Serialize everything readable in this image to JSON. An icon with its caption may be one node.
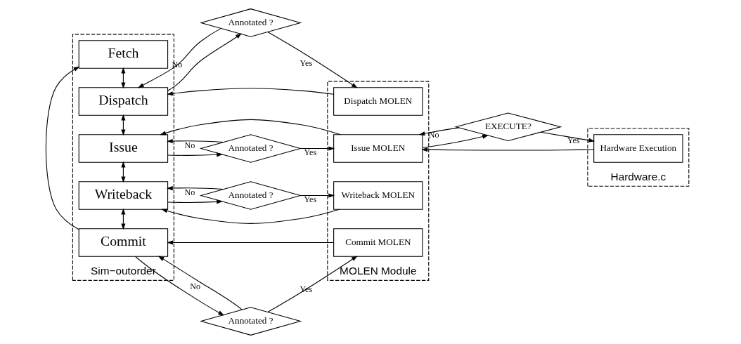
{
  "diagram": {
    "nodes": [
      {
        "text": [
          "Sim−outorder"
        ]
      },
      {
        "text": [
          "Fetch"
        ],
        "in": 0
      },
      {
        "text": [
          "Dispatch"
        ],
        "in": 0
      },
      {
        "text": [
          "Issue"
        ],
        "in": 0
      },
      {
        "text": [
          "Writeback"
        ],
        "in": 0
      },
      {
        "text": [
          "Commit"
        ],
        "in": 0
      },
      {
        "text": [
          "MOLEN Module"
        ]
      },
      {
        "text": [
          "Dispatch MOLEN"
        ],
        "in": 6
      },
      {
        "text": [
          "Issue MOLEN"
        ],
        "in": 6
      },
      {
        "text": [
          "Writeback MOLEN"
        ],
        "in": 6
      },
      {
        "text": [
          "Commit MOLEN"
        ],
        "in": 6
      },
      {
        "text": [
          "Hardware.c"
        ]
      },
      {
        "text": [
          "Hardware Execution"
        ],
        "in": 11
      },
      {
        "text": [
          "Annotated ?"
        ]
      },
      {
        "text": [
          "Annotated ?"
        ]
      },
      {
        "text": [
          "Annotated ?"
        ]
      },
      {
        "text": [
          "Annotated ?"
        ]
      },
      {
        "text": [
          "EXECUTE?"
        ]
      }
    ],
    "edges": [
      {
        "from": 1,
        "to": 2,
        "arrow": "both"
      },
      {
        "from": 2,
        "to": 3,
        "arrow": "both"
      },
      {
        "from": 3,
        "to": 4,
        "arrow": "both"
      },
      {
        "from": 4,
        "to": 5,
        "arrow": "both"
      },
      {
        "from": 5,
        "to": 1,
        "arrow": "to"
      },
      {
        "from": 2,
        "to": 13,
        "arrow": "to"
      },
      {
        "from": 13,
        "to": 7,
        "label": "Yes",
        "arrow": "to"
      },
      {
        "from": 13,
        "to": 2,
        "label": "No",
        "arrow": "to"
      },
      {
        "from": 7,
        "to": 2,
        "arrow": "to"
      },
      {
        "from": 3,
        "to": 14,
        "arrow": "to"
      },
      {
        "from": 14,
        "to": 8,
        "label": "Yes",
        "arrow": "to"
      },
      {
        "from": 14,
        "to": 3,
        "label": "No",
        "arrow": "to"
      },
      {
        "from": 8,
        "to": 3,
        "arrow": "to"
      },
      {
        "from": 4,
        "to": 15,
        "arrow": "to"
      },
      {
        "from": 15,
        "to": 9,
        "label": "Yes",
        "arrow": "to"
      },
      {
        "from": 15,
        "to": 4,
        "label": "No",
        "arrow": "to"
      },
      {
        "from": 9,
        "to": 4,
        "arrow": "to"
      },
      {
        "from": 5,
        "to": 16,
        "arrow": "to"
      },
      {
        "from": 16,
        "to": 10,
        "label": "Yes",
        "arrow": "to"
      },
      {
        "from": 16,
        "to": 5,
        "label": "No",
        "arrow": "to"
      },
      {
        "from": 10,
        "to": 5,
        "arrow": "to"
      },
      {
        "from": 8,
        "to": 17,
        "arrow": "to"
      },
      {
        "from": 17,
        "to": 12,
        "label": "Yes",
        "arrow": "to"
      },
      {
        "from": 17,
        "to": 8,
        "label": "No",
        "arrow": "to"
      },
      {
        "from": 12,
        "to": 8,
        "arrow": "to"
      }
    ]
  }
}
